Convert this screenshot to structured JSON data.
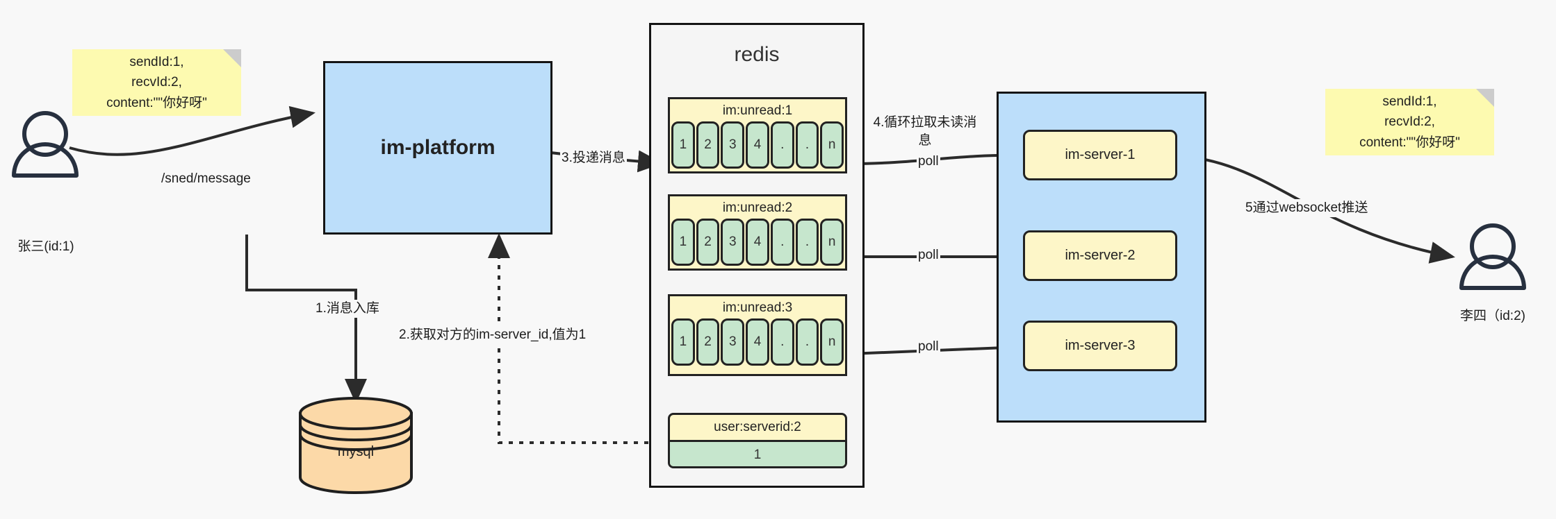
{
  "diagram": {
    "title": "IM message delivery architecture",
    "colors": {
      "blue": "#bcdefa",
      "yellow_note": "#fdfab0",
      "yellow_box": "#fdf6c8",
      "green_cell": "#c6e6cd",
      "orange_db": "#fcd9a8",
      "stroke": "#222222",
      "background": "#f8f8f8"
    }
  },
  "notes": {
    "left": "sendId:1,\nrecvId:2,\ncontent:\"\"你好呀\"",
    "right": "sendId:1,\nrecvId:2,\ncontent:\"\"你好呀\""
  },
  "actors": {
    "sender": {
      "caption": "张三(id:1)"
    },
    "receiver": {
      "caption": "李四（id:2)"
    }
  },
  "nodes": {
    "im_platform": {
      "label": "im-platform"
    },
    "mysql": {
      "label": "mysql"
    },
    "redis": {
      "label": "redis"
    },
    "server_cluster": {
      "servers": [
        {
          "label": "im-server-1"
        },
        {
          "label": "im-server-2"
        },
        {
          "label": "im-server-3"
        }
      ]
    }
  },
  "redis_structures": {
    "lists": [
      {
        "key": "im:unread:1",
        "cells": [
          "1",
          "2",
          "3",
          "4",
          ".",
          ".",
          "n"
        ]
      },
      {
        "key": "im:unread:2",
        "cells": [
          "1",
          "2",
          "3",
          "4",
          ".",
          ".",
          "n"
        ]
      },
      {
        "key": "im:unread:3",
        "cells": [
          "1",
          "2",
          "3",
          "4",
          ".",
          ".",
          "n"
        ]
      }
    ],
    "kv": {
      "key": "user:serverid:2",
      "value": "1"
    }
  },
  "edges": {
    "send_message": "/sned/message",
    "step1": "1.消息入库",
    "step2": "2.获取对方的im-server_id,值为1",
    "step3": "3.投递消息",
    "step4": "4.循环拉取未读消\n息",
    "step5": "5通过websocket推送",
    "poll1": "poll",
    "poll2": "poll",
    "poll3": "poll"
  }
}
